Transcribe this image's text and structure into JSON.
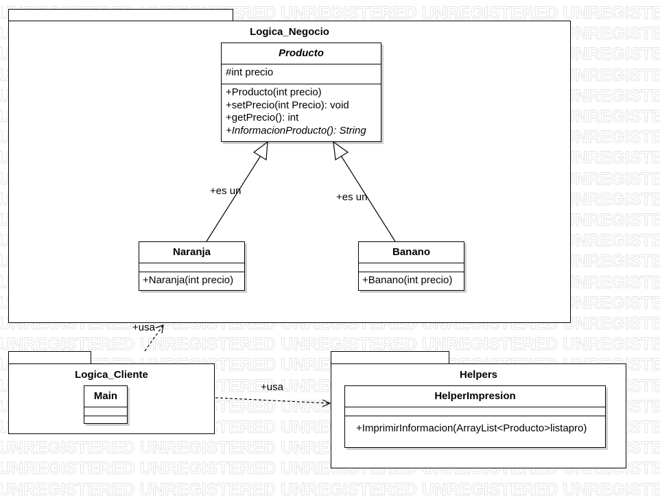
{
  "watermark": "UNREGISTERED",
  "packages": {
    "negocio": {
      "title": "Logica_Negocio"
    },
    "cliente": {
      "title": "Logica_Cliente"
    },
    "helpers": {
      "title": "Helpers"
    }
  },
  "classes": {
    "producto": {
      "name": "Producto",
      "attributes": [
        "#int precio"
      ],
      "operations": [
        "+Producto(int precio)",
        "+setPrecio(int Precio): void",
        "+getPrecio(): int",
        "+InformacionProducto(): String"
      ]
    },
    "naranja": {
      "name": "Naranja",
      "operations": [
        "+Naranja(int precio)"
      ]
    },
    "banano": {
      "name": "Banano",
      "operations": [
        "+Banano(int precio)"
      ]
    },
    "main": {
      "name": "Main"
    },
    "helper": {
      "name": "HelperImpresion",
      "operations": [
        "+ImprimirInformacion(ArrayList<Producto>listapro)"
      ]
    }
  },
  "relations": {
    "naranja_producto": "+es un",
    "banano_producto": "+es un",
    "cliente_negocio": "+usa",
    "cliente_helpers": "+usa"
  }
}
